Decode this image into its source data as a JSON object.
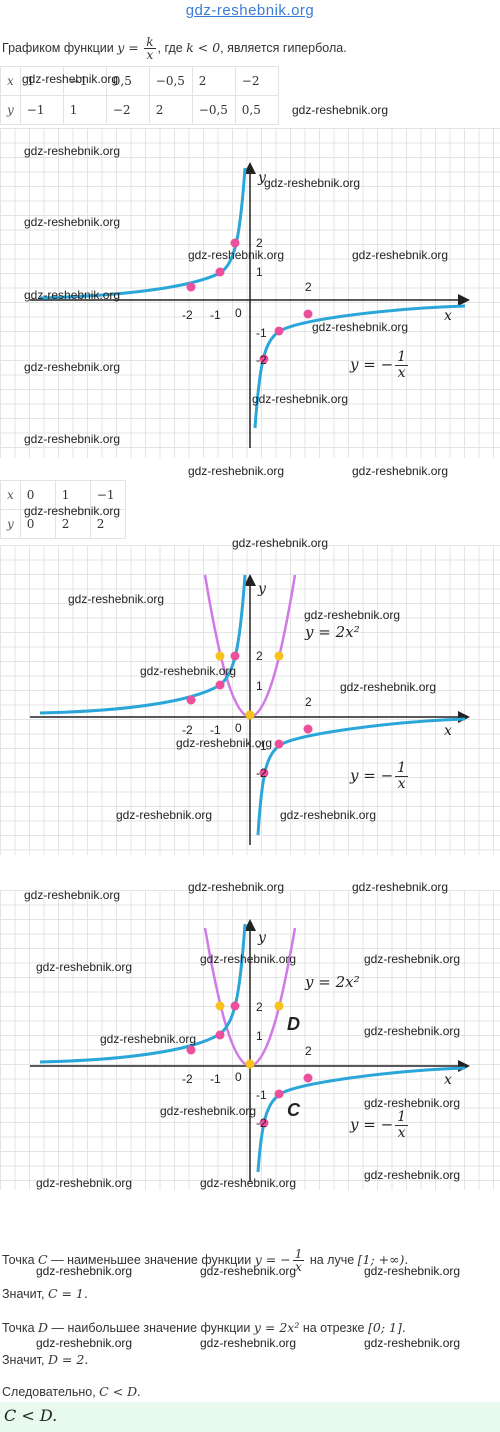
{
  "site": "gdz-reshebnik.org",
  "intro": {
    "prefix": "Графиком функции",
    "eq_lhs": "y =",
    "frac_num": "k",
    "frac_den": "x",
    "middle": ", где",
    "cond": "k < 0",
    "suffix": ", является гипербола."
  },
  "table1": {
    "x_label": "x",
    "y_label": "y",
    "x": [
      "1",
      "−1",
      "0,5",
      "−0,5",
      "2",
      "−2"
    ],
    "y": [
      "−1",
      "1",
      "−2",
      "2",
      "−0,5",
      "0,5"
    ]
  },
  "table2": {
    "x_label": "x",
    "y_label": "y",
    "x": [
      "0",
      "1",
      "−1"
    ],
    "y": [
      "0",
      "2",
      "2"
    ]
  },
  "graphs": {
    "axis_y": "y",
    "axis_x": "x",
    "origin": "0",
    "tick_x_neg2": "-2",
    "tick_x_neg1": "-1",
    "tick_x_2": "2",
    "tick_y_2": "2",
    "tick_y_1": "1",
    "tick_y_neg1": "-1",
    "tick_y_neg2": "-2",
    "hyperbola_label": "y = −",
    "hyperbola_num": "1",
    "hyperbola_den": "x",
    "parabola_label": "y = 2x²",
    "point_c": "C",
    "point_d": "D"
  },
  "colors": {
    "hyperbola": "#2ba6d9",
    "parabola": "#d17ae6",
    "pink_dot": "#ec4f9b",
    "yellow_dot": "#f6c21c",
    "answer_bg": "#e8faee"
  },
  "text": {
    "c_def_prefix": "Точка",
    "c_var": "C",
    "c_def_mid": "— наименьшее значение функции",
    "c_eq": "y = −",
    "c_frac_num": "1",
    "c_frac_den": "x",
    "c_def_suffix": "на луче",
    "c_interval": "[1; +∞).",
    "c_concl": "Значит,",
    "c_val": "C = 1.",
    "d_def_prefix": "Точка",
    "d_var": "D",
    "d_def_mid": "— наибольшее значение функции",
    "d_eq": "y = 2x²",
    "d_def_suffix": "на отрезке",
    "d_interval": "[0; 1].",
    "d_concl": "Значит,",
    "d_val": "D = 2.",
    "hence": "Следовательно,",
    "hence_val": "C < D."
  },
  "answer": "C < D."
}
